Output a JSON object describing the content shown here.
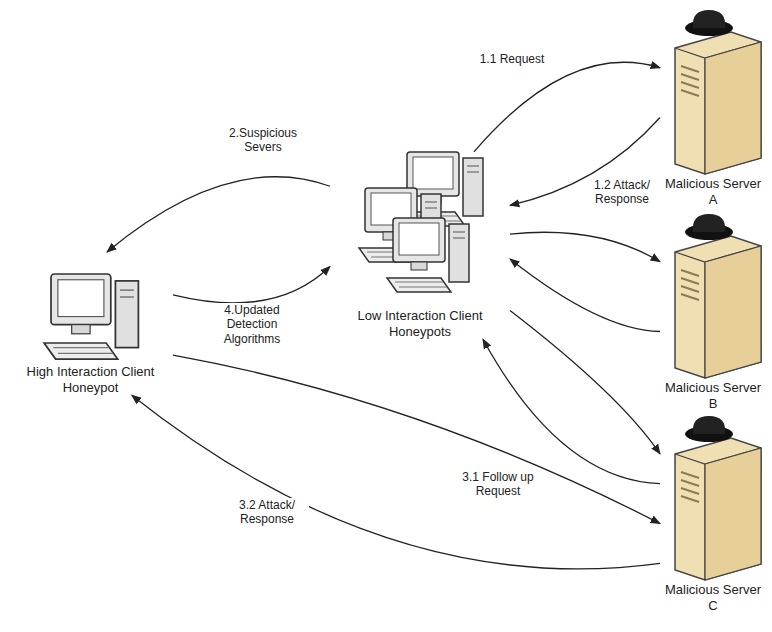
{
  "diagram": {
    "nodes": [
      {
        "text": [
          "High Interaction Client Honeypot"
        ]
      },
      {
        "text": [
          "Low Interaction Client Honeypots"
        ]
      },
      {
        "text": [
          "Malicious Server A"
        ]
      },
      {
        "text": [
          "Malicious Server B"
        ]
      },
      {
        "text": [
          "Malicious Server C"
        ]
      }
    ],
    "edges": [
      {
        "from": 1,
        "to": 2,
        "label": "1.1 Request",
        "arrow": "to"
      },
      {
        "from": 2,
        "to": 1,
        "label": "1.2 Attack/ Response",
        "arrow": "to"
      },
      {
        "from": 1,
        "to": 3,
        "arrow": "to"
      },
      {
        "from": 3,
        "to": 1,
        "arrow": "to"
      },
      {
        "from": 1,
        "to": 4,
        "arrow": "to"
      },
      {
        "from": 4,
        "to": 1,
        "arrow": "to"
      },
      {
        "from": 1,
        "to": 0,
        "label": "2.Suspicious Severs",
        "arrow": "to"
      },
      {
        "from": 0,
        "to": 1,
        "label": "4.Updated Detection Algorithms",
        "arrow": "to"
      },
      {
        "from": 0,
        "to": 4,
        "label": "3.1 Follow up Request",
        "arrow": "to"
      },
      {
        "from": 4,
        "to": 0,
        "label": "3.2 Attack/ Response",
        "arrow": "to"
      }
    ]
  }
}
